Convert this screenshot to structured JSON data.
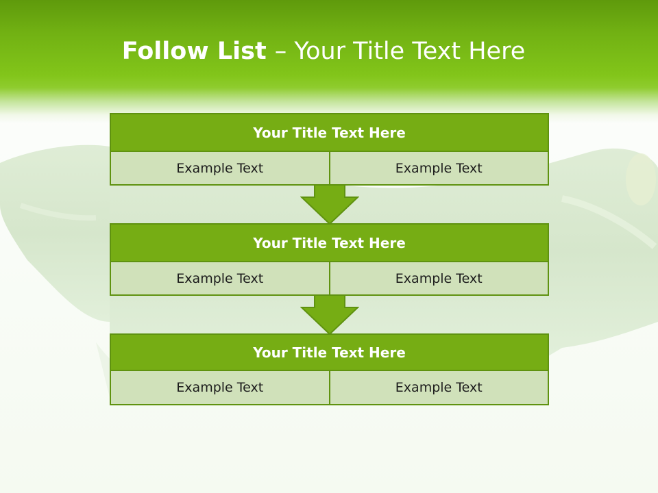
{
  "header": {
    "title_bold": "Follow List",
    "title_rest": "– Your Title Text Here"
  },
  "blocks": [
    {
      "title": "Your Title Text Here",
      "left_text": "Example Text",
      "right_text": "Example Text"
    },
    {
      "title": "Your Title Text Here",
      "left_text": "Example Text",
      "right_text": "Example Text"
    },
    {
      "title": "Your Title Text Here",
      "left_text": "Example Text",
      "right_text": "Example Text"
    }
  ],
  "colors": {
    "header_green": "#76b214",
    "title_box": "#76ad14",
    "border": "#5f9210",
    "cell_fill": "#d0e1ba",
    "arrow_fill": "#76ad14"
  },
  "icons": {
    "background": "cucumber-photo",
    "connector": "down-arrow-icon"
  }
}
